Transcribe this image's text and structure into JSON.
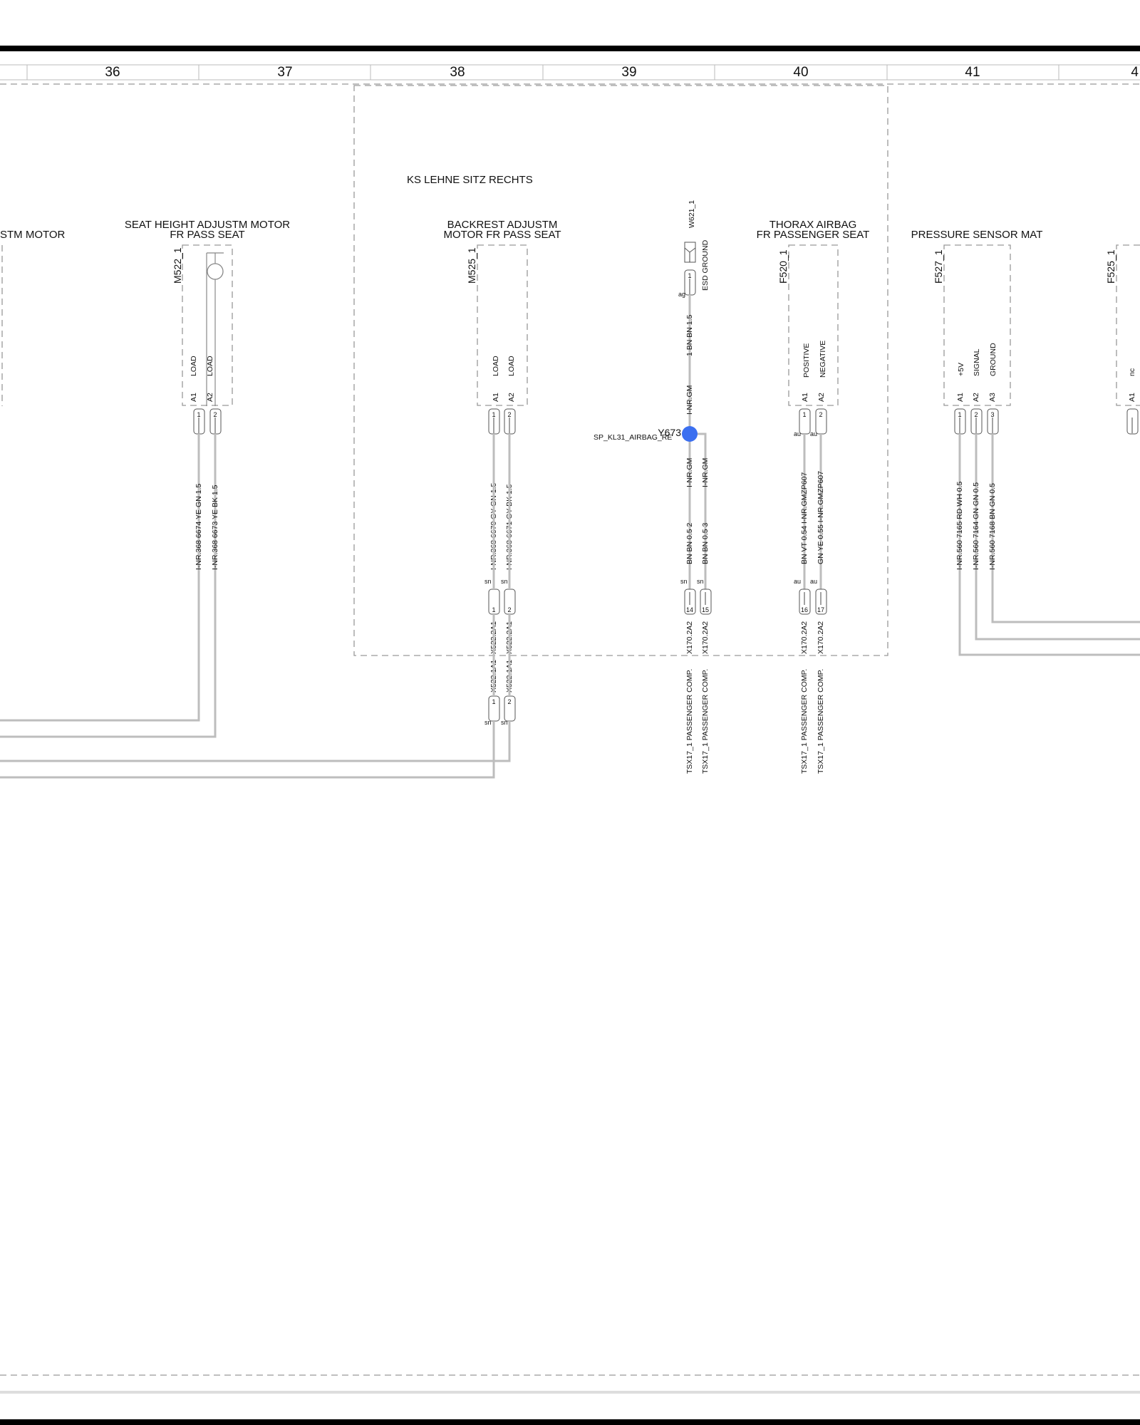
{
  "columns": [
    "36",
    "37",
    "38",
    "39",
    "40",
    "41",
    "4"
  ],
  "group_label": "KS LEHNE SITZ RECHTS",
  "components": {
    "stm_motor": {
      "title": "STM MOTOR"
    },
    "seat_height": {
      "title_line1": "SEAT HEIGHT ADJUSTM MOTOR",
      "title_line2": "FR PASS SEAT",
      "ref": "M522_1",
      "pins": [
        {
          "fn": "LOAD",
          "pin": "A1",
          "num": "1",
          "wire": "I-NR.368  6674   YE GN 1.5"
        },
        {
          "fn": "LOAD",
          "pin": "A2",
          "num": "2",
          "wire": "I-NR.368  6673   YE BK 1.5"
        }
      ]
    },
    "backrest": {
      "title_line1": "BACKREST ADJUSTM",
      "title_line2": "MOTOR FR PASS SEAT",
      "ref": "M525_1",
      "pins": [
        {
          "fn": "LOAD",
          "pin": "A1",
          "num": "1",
          "wire": "I-NR.368  6670   GY GN 1.5",
          "conn_a": "X522.2A1",
          "conn_b": "X522.1A1"
        },
        {
          "fn": "LOAD",
          "pin": "A2",
          "num": "2",
          "wire": "I-NR.368  6671   GY BK 1.5",
          "conn_a": "X522.2A1",
          "conn_b": "X522.1A1"
        }
      ]
    },
    "esd_ground": {
      "ref": "W621_1",
      "label": "ESD GROUND",
      "pin": "1",
      "code": "ag",
      "wire_top": "1    BN BN 1.5",
      "wire_mid": "I-NR.GM"
    },
    "splice": {
      "id": "Y673",
      "name": "SP_KL31_AIRBAG_RE",
      "color": "#3b6ff0",
      "wires": [
        {
          "net": "I-NR.GM",
          "wire": "BN BN 0.5    2",
          "num": "14",
          "code": "sn",
          "conn": "X170.2A2",
          "dest": "TSX17_1 PASSENGER COMP."
        },
        {
          "net": "I-NR.GM",
          "wire": "BN BN 0.5    3",
          "num": "15",
          "code": "sn",
          "conn": "X170.2A2",
          "dest": "TSX17_1 PASSENGER COMP."
        }
      ]
    },
    "thorax": {
      "title_line1": "THORAX AIRBAG",
      "title_line2": "FR PASSENGER SEAT",
      "ref": "F520_1",
      "pins": [
        {
          "fn": "POSITIVE",
          "pin": "A1",
          "num": "1",
          "code": "au",
          "wire": "BN VT 0.54  I-NR.GMZP607",
          "num2": "16",
          "conn": "X170.2A2",
          "dest": "TSX17_1 PASSENGER COMP."
        },
        {
          "fn": "NEGATIVE",
          "pin": "A2",
          "num": "2",
          "code": "au",
          "wire": "GN YE 0.55  I-NR.GMZP607",
          "num2": "17",
          "conn": "X170.2A2",
          "dest": "TSX17_1 PASSENGER COMP."
        }
      ]
    },
    "pressure": {
      "title": "PRESSURE SENSOR MAT",
      "ref": "F527_1",
      "pins": [
        {
          "fn": "+5V",
          "pin": "A1",
          "num": "1",
          "wire": "I-NR.560  7165  RD WH 0.5"
        },
        {
          "fn": "SIGNAL",
          "pin": "A2",
          "num": "2",
          "wire": "I-NR.560  7164  GN GN 0.5"
        },
        {
          "fn": "GROUND",
          "pin": "A3",
          "num": "3",
          "wire": "I-NR.560  7168  BN GN 0.5"
        }
      ]
    },
    "f525": {
      "ref": "F525_1",
      "fn": "nc",
      "pin": "A1"
    }
  }
}
